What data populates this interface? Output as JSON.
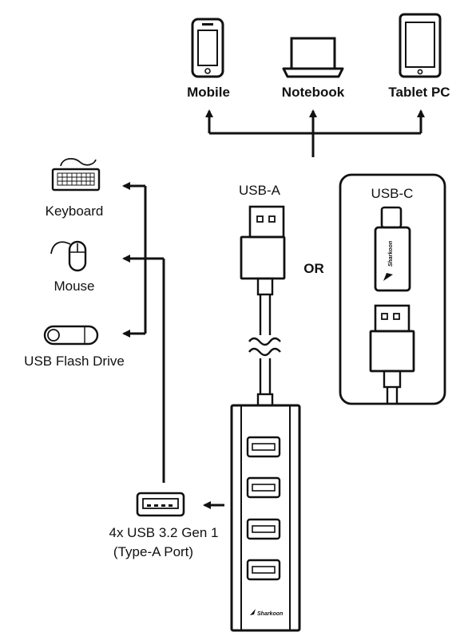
{
  "devices": {
    "mobile": "Mobile",
    "notebook": "Notebook",
    "tablet": "Tablet PC"
  },
  "peripherals": {
    "keyboard": "Keyboard",
    "mouse": "Mouse",
    "flash_drive": "USB Flash Drive"
  },
  "connectors": {
    "usb_a": "USB-A",
    "or": "OR",
    "usb_c": "USB-C"
  },
  "port": {
    "line1": "4x USB 3.2 Gen 1",
    "line2": "(Type-A Port)"
  },
  "brand": "Sharkoon"
}
